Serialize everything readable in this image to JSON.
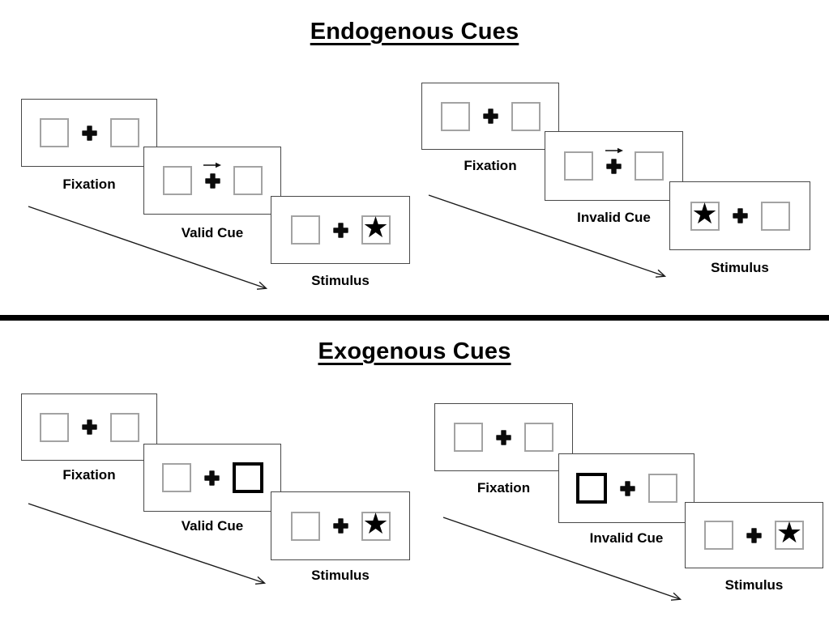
{
  "sections": [
    {
      "title": "Endogenous Cues",
      "groups": [
        {
          "name": "valid-trial",
          "panels": [
            {
              "label": "Fixation",
              "left_box": "empty",
              "center": "plus",
              "right_box": "empty"
            },
            {
              "label": "Valid Cue",
              "left_box": "empty",
              "center": "plus-with-right-arrow",
              "right_box": "empty"
            },
            {
              "label": "Stimulus",
              "left_box": "empty",
              "center": "plus",
              "right_box": "star"
            }
          ]
        },
        {
          "name": "invalid-trial",
          "panels": [
            {
              "label": "Fixation",
              "left_box": "empty",
              "center": "plus",
              "right_box": "empty"
            },
            {
              "label": "Invalid Cue",
              "left_box": "empty",
              "center": "plus-with-right-arrow",
              "right_box": "empty"
            },
            {
              "label": "Stimulus",
              "left_box": "star",
              "center": "plus",
              "right_box": "empty"
            }
          ]
        }
      ]
    },
    {
      "title": "Exogenous Cues",
      "groups": [
        {
          "name": "valid-trial",
          "panels": [
            {
              "label": "Fixation",
              "left_box": "empty",
              "center": "plus",
              "right_box": "empty"
            },
            {
              "label": "Valid Cue",
              "left_box": "empty",
              "center": "plus",
              "right_box": "highlighted-empty"
            },
            {
              "label": "Stimulus",
              "left_box": "empty",
              "center": "plus",
              "right_box": "star"
            }
          ]
        },
        {
          "name": "invalid-trial",
          "panels": [
            {
              "label": "Fixation",
              "left_box": "empty",
              "center": "plus",
              "right_box": "empty"
            },
            {
              "label": "Invalid Cue",
              "left_box": "highlighted-empty",
              "center": "plus",
              "right_box": "empty"
            },
            {
              "label": "Stimulus",
              "left_box": "empty",
              "center": "plus",
              "right_box": "star"
            }
          ]
        }
      ]
    }
  ],
  "glyphs": {
    "star": "★",
    "cue_arrow_direction": "right"
  },
  "colors": {
    "ink": "#000000",
    "panel_border": "#484848",
    "box_border": "#a3a3a3",
    "highlight_border": "#000000",
    "background": "#ffffff"
  }
}
